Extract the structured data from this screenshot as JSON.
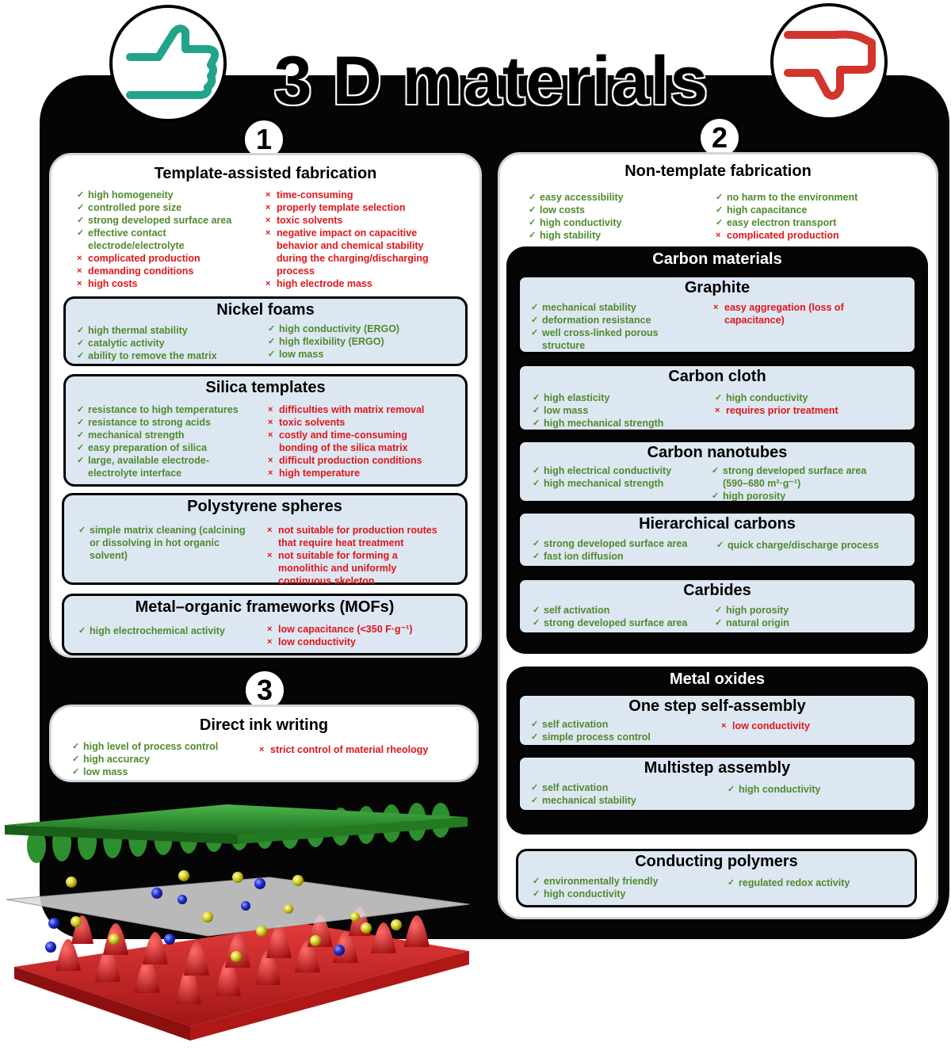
{
  "title": "3 D materials",
  "colors": {
    "pro": "#4f8a2e",
    "con": "#e0161b",
    "thumb_up": "#22a48a",
    "thumb_down": "#d2352b",
    "box_fill": "#dde7f2"
  },
  "icons": {
    "pro_mark": "✓",
    "con_mark": "×",
    "thumb_up": "thumbs-up-icon",
    "thumb_down": "thumbs-down-icon"
  },
  "numbers": {
    "n1": "1",
    "n2": "2",
    "n3": "3"
  },
  "template": {
    "title": "Template-assisted fabrication",
    "pros": [
      "high homogeneity",
      "controlled pore size",
      "strong developed surface area",
      "effective contact electrode/electrolyte"
    ],
    "cons_left": [
      "complicated production",
      "demanding conditions",
      "high costs"
    ],
    "cons_right": [
      "time-consuming",
      "properly template selection",
      "toxic solvents",
      "negative impact on capacitive behavior and chemical stability during the charging/discharging process",
      "high electrode mass"
    ]
  },
  "nickel": {
    "title": "Nickel foams",
    "left": [
      "high thermal stability",
      "catalytic activity",
      "ability to remove the matrix"
    ],
    "right": [
      "high conductivity (ERGO)",
      "high flexibility (ERGO)",
      "low mass"
    ]
  },
  "silica": {
    "title": "Silica templates",
    "pros": [
      "resistance to high temperatures",
      "resistance to strong acids",
      "mechanical strength",
      "easy preparation of silica",
      "large, available electrode-electrolyte interface"
    ],
    "cons": [
      "difficulties with matrix removal",
      "toxic solvents",
      "costly and time-consuming bonding of the silica matrix",
      "difficult production conditions",
      "high temperature"
    ]
  },
  "polystyrene": {
    "title": "Polystyrene spheres",
    "pros": [
      "simple matrix cleaning (calcining or dissolving in hot organic solvent)"
    ],
    "cons": [
      "not suitable for production routes that require heat treatment",
      "not suitable for forming a monolithic and uniformly continuous skeleton"
    ]
  },
  "mofs": {
    "title": "Metal–organic frameworks (MOFs)",
    "pros": [
      "high electrochemical activity"
    ],
    "cons": [
      "low capacitance (<350 F·g⁻¹)",
      "low conductivity"
    ]
  },
  "diw": {
    "title": "Direct ink writing",
    "pros": [
      "high level of process control",
      "high accuracy",
      "low mass"
    ],
    "cons": [
      "strict control of material rheology"
    ]
  },
  "nontemplate": {
    "title": "Non-template fabrication",
    "left": [
      "easy accessibility",
      "low costs",
      "high conductivity",
      "high stability"
    ],
    "right_pros": [
      "no harm to the environment",
      "high capacitance",
      "easy electron transport"
    ],
    "right_cons": [
      "complicated production"
    ]
  },
  "carbon": {
    "title": "Carbon materials",
    "graphite": {
      "title": "Graphite",
      "pros": [
        "mechanical stability",
        "deformation resistance",
        "well cross-linked porous structure"
      ],
      "cons": [
        "easy aggregation (loss of capacitance)"
      ]
    },
    "cloth": {
      "title": "Carbon cloth",
      "pros": [
        "high elasticity",
        "low mass",
        "high mechanical strength"
      ],
      "right_pros": [
        "high conductivity"
      ],
      "cons": [
        "requires prior treatment"
      ]
    },
    "nanotubes": {
      "title": "Carbon nanotubes",
      "left": [
        "high electrical conductivity",
        "high mechanical strength"
      ],
      "right": [
        "strong developed surface area (590–680 m²·g⁻¹)",
        "high porosity"
      ]
    },
    "hierarchical": {
      "title": "Hierarchical carbons",
      "left": [
        "strong developed surface area",
        "fast ion diffusion"
      ],
      "right": [
        "quick charge/discharge process"
      ]
    },
    "carbides": {
      "title": "Carbides",
      "left": [
        "self activation",
        "strong developed surface area"
      ],
      "right": [
        "high porosity",
        "natural origin"
      ]
    }
  },
  "oxides": {
    "title": "Metal oxides",
    "onestep": {
      "title": "One step self-assembly",
      "pros": [
        "self activation",
        "simple process control"
      ],
      "cons": [
        "low conductivity"
      ]
    },
    "multistep": {
      "title": "Multistep assembly",
      "left": [
        "self activation",
        "mechanical stability"
      ],
      "right": [
        "high conductivity"
      ]
    }
  },
  "polymers": {
    "title": "Conducting polymers",
    "left": [
      "environmentally friendly",
      "high conductivity"
    ],
    "right": [
      "regulated redox activity"
    ]
  }
}
